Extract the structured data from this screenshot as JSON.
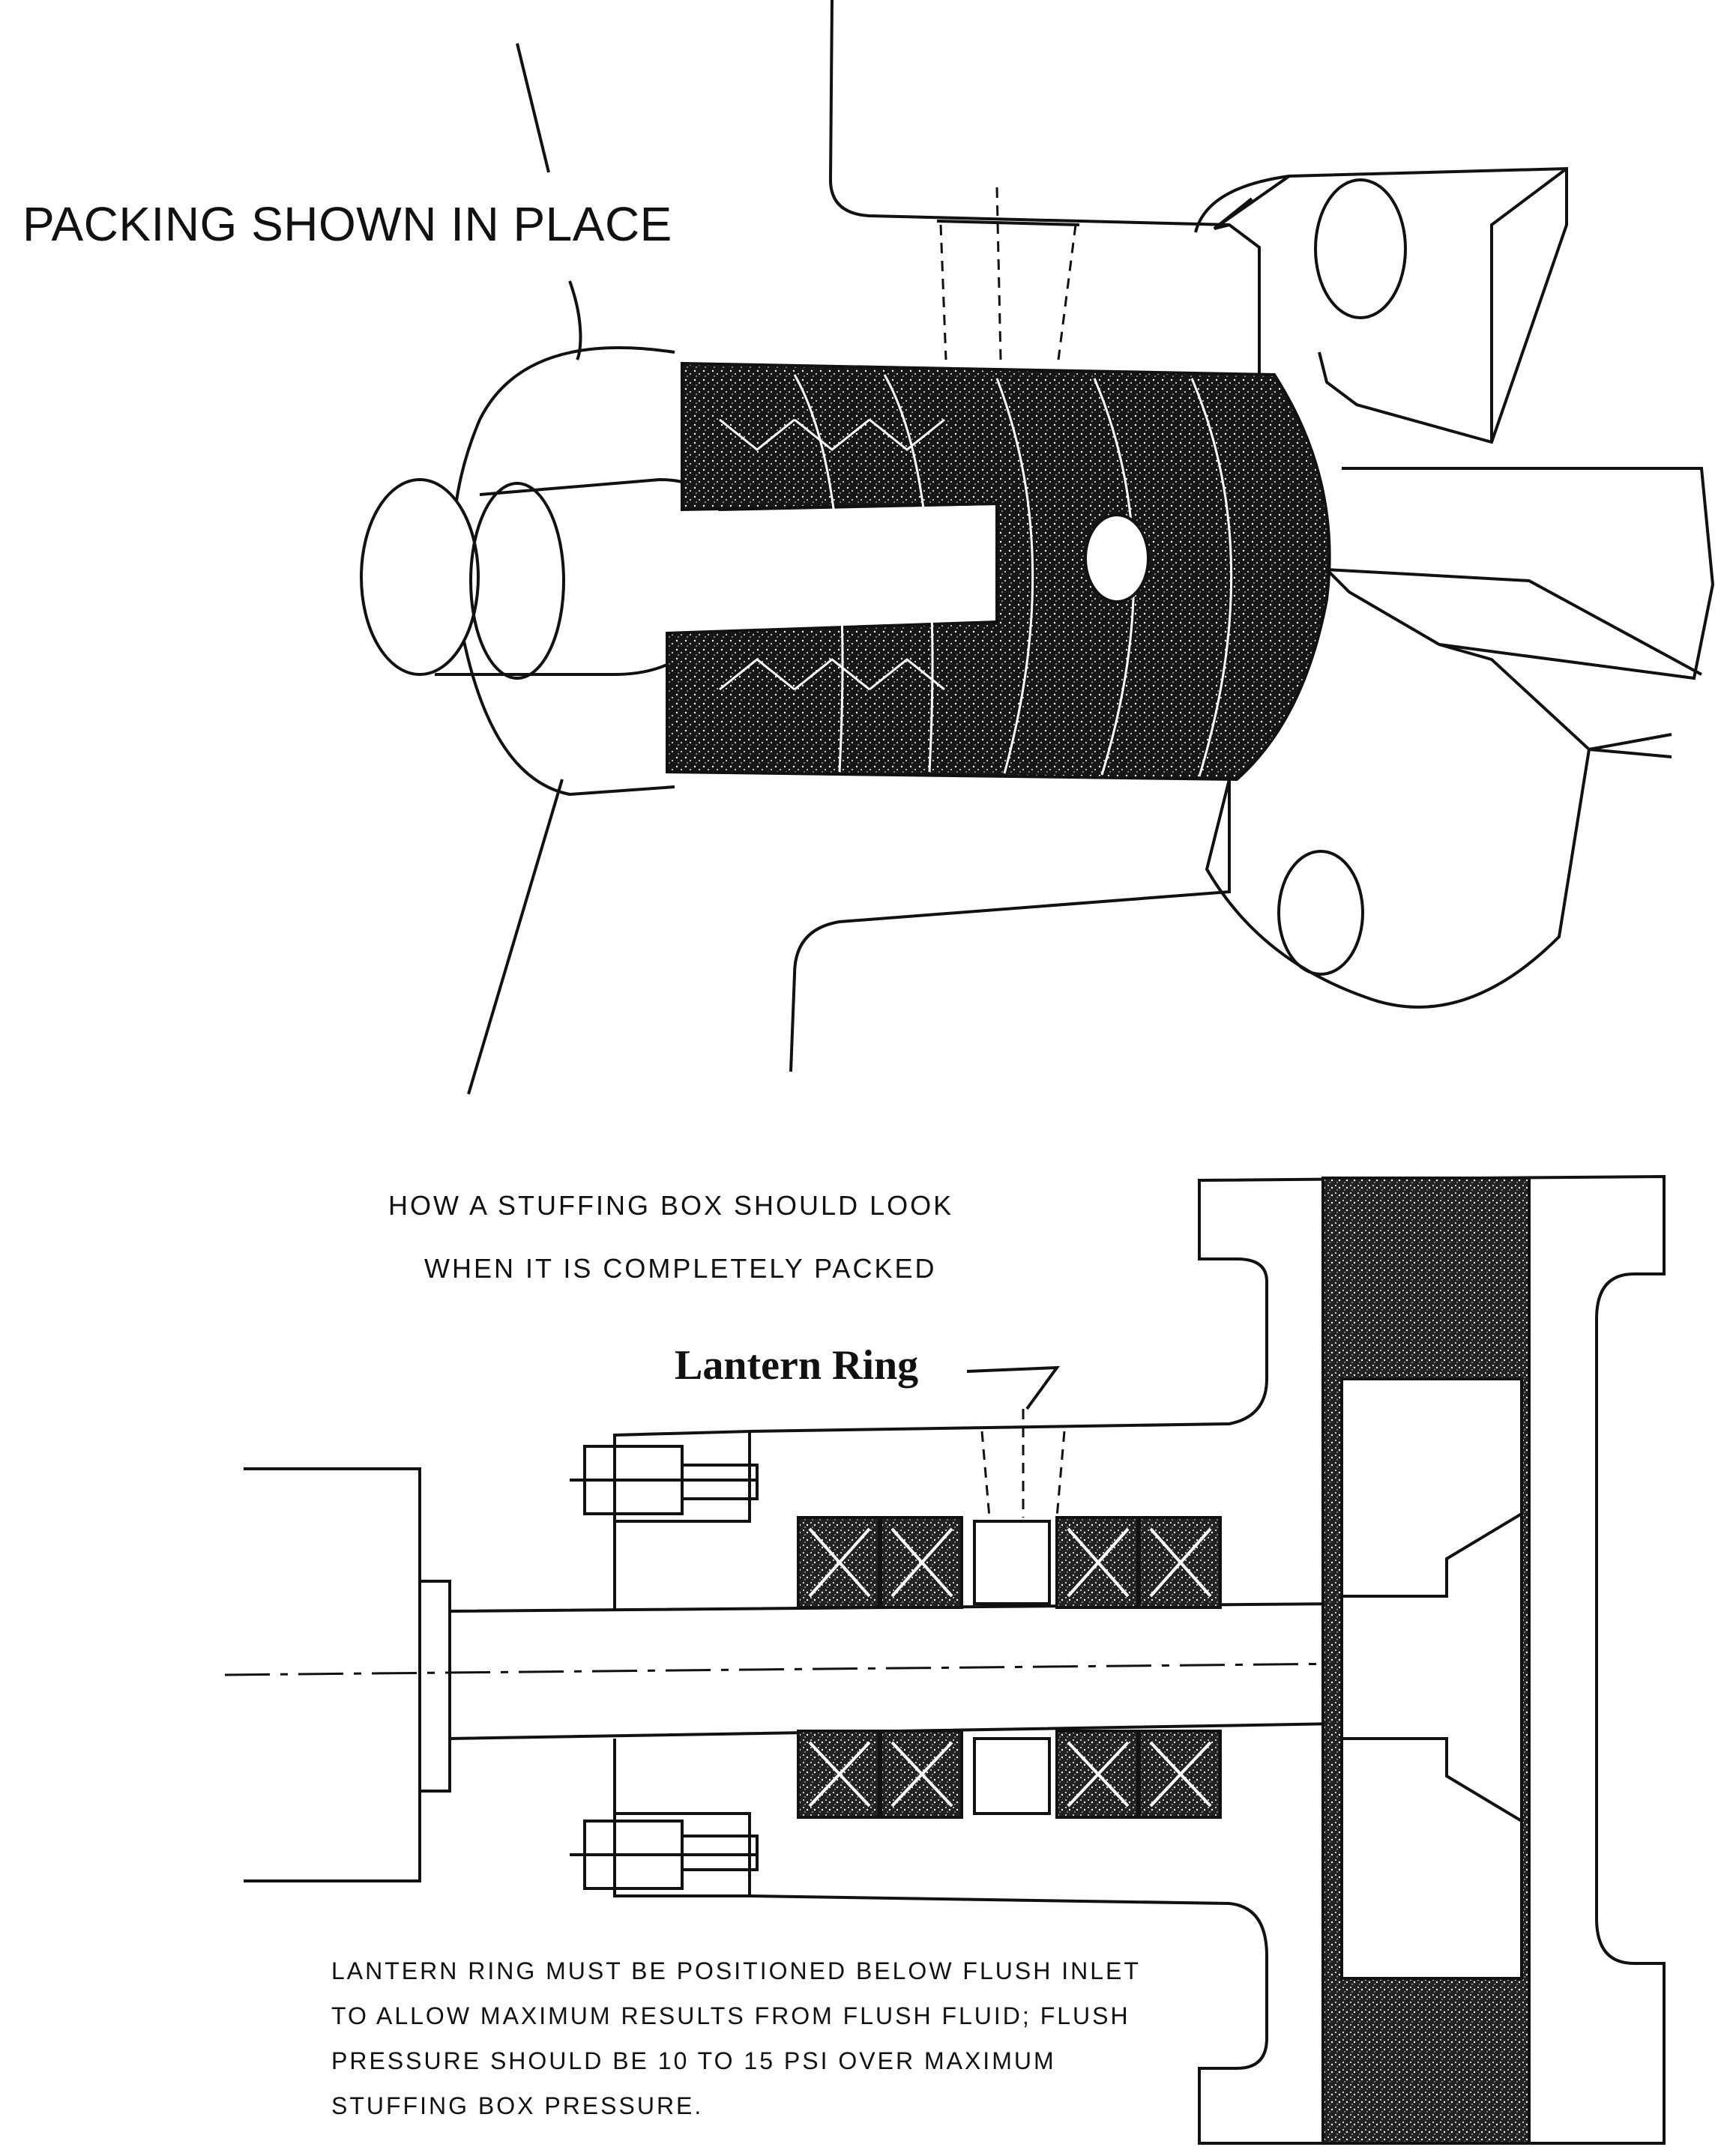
{
  "top_view": {
    "title": "PACKING SHOWN IN PLACE"
  },
  "section_view": {
    "caption_line1": "HOW A STUFFING BOX SHOULD LOOK",
    "caption_line2": "WHEN IT IS COMPLETELY PACKED",
    "lantern_label": "Lantern Ring",
    "note_lines": [
      "LANTERN RING MUST BE POSITIONED BELOW FLUSH INLET",
      "TO ALLOW MAXIMUM RESULTS FROM FLUSH FLUID; FLUSH",
      "PRESSURE SHOULD BE 10 TO 15 PSI OVER MAXIMUM",
      "STUFFING BOX PRESSURE."
    ]
  },
  "colors": {
    "line": "#111111",
    "packing": "#1a1a1a",
    "paper": "#ffffff"
  }
}
